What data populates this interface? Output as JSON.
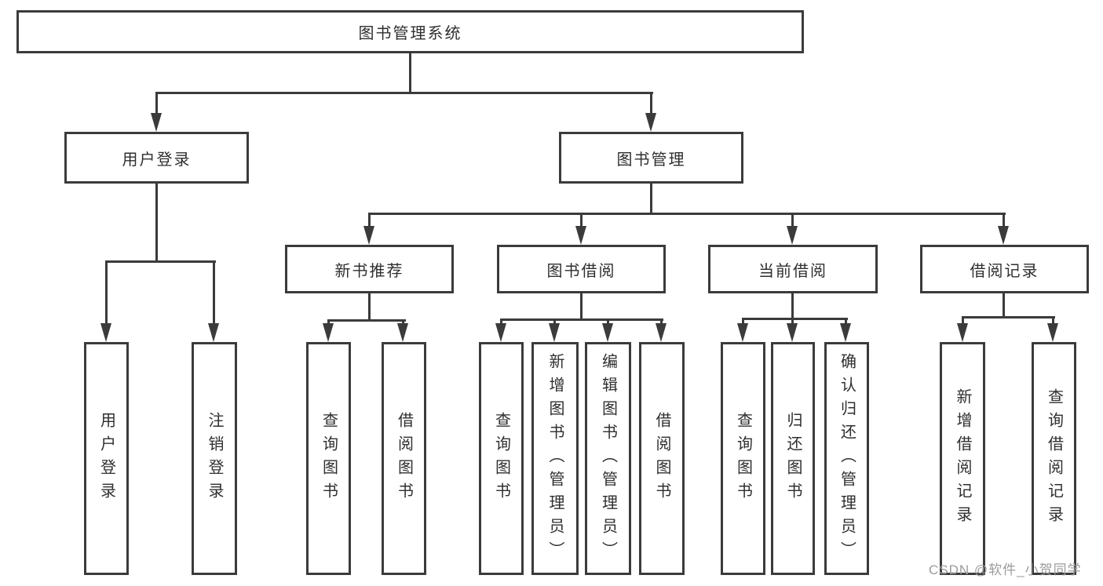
{
  "colors": {
    "line": "#3b3b3b",
    "box_border": "#3b3b3b",
    "box_background": "#ffffff",
    "text": "#2f2f2f",
    "watermark": "#9b9b9b",
    "page_background": "#ffffff"
  },
  "tree": {
    "root": {
      "label": "图书管理系统"
    },
    "branches": [
      {
        "label": "用户登录",
        "children": [
          {
            "label": "用户登录"
          },
          {
            "label": "注销登录"
          }
        ]
      },
      {
        "label": "图书管理",
        "children": [
          {
            "label": "新书推荐",
            "children": [
              {
                "label": "查询图书"
              },
              {
                "label": "借阅图书"
              }
            ]
          },
          {
            "label": "图书借阅",
            "children": [
              {
                "label": "查询图书"
              },
              {
                "label": "新增图书（管理员）"
              },
              {
                "label": "编辑图书（管理员）"
              },
              {
                "label": "借阅图书"
              }
            ]
          },
          {
            "label": "当前借阅",
            "children": [
              {
                "label": "查询图书"
              },
              {
                "label": "归还图书"
              },
              {
                "label": "确认归还（管理员）"
              }
            ]
          },
          {
            "label": "借阅记录",
            "children": [
              {
                "label": "新增借阅记录"
              },
              {
                "label": "查询借阅记录"
              }
            ]
          }
        ]
      }
    ]
  },
  "watermark": {
    "text": "CSDN @软件_小贺同学"
  }
}
